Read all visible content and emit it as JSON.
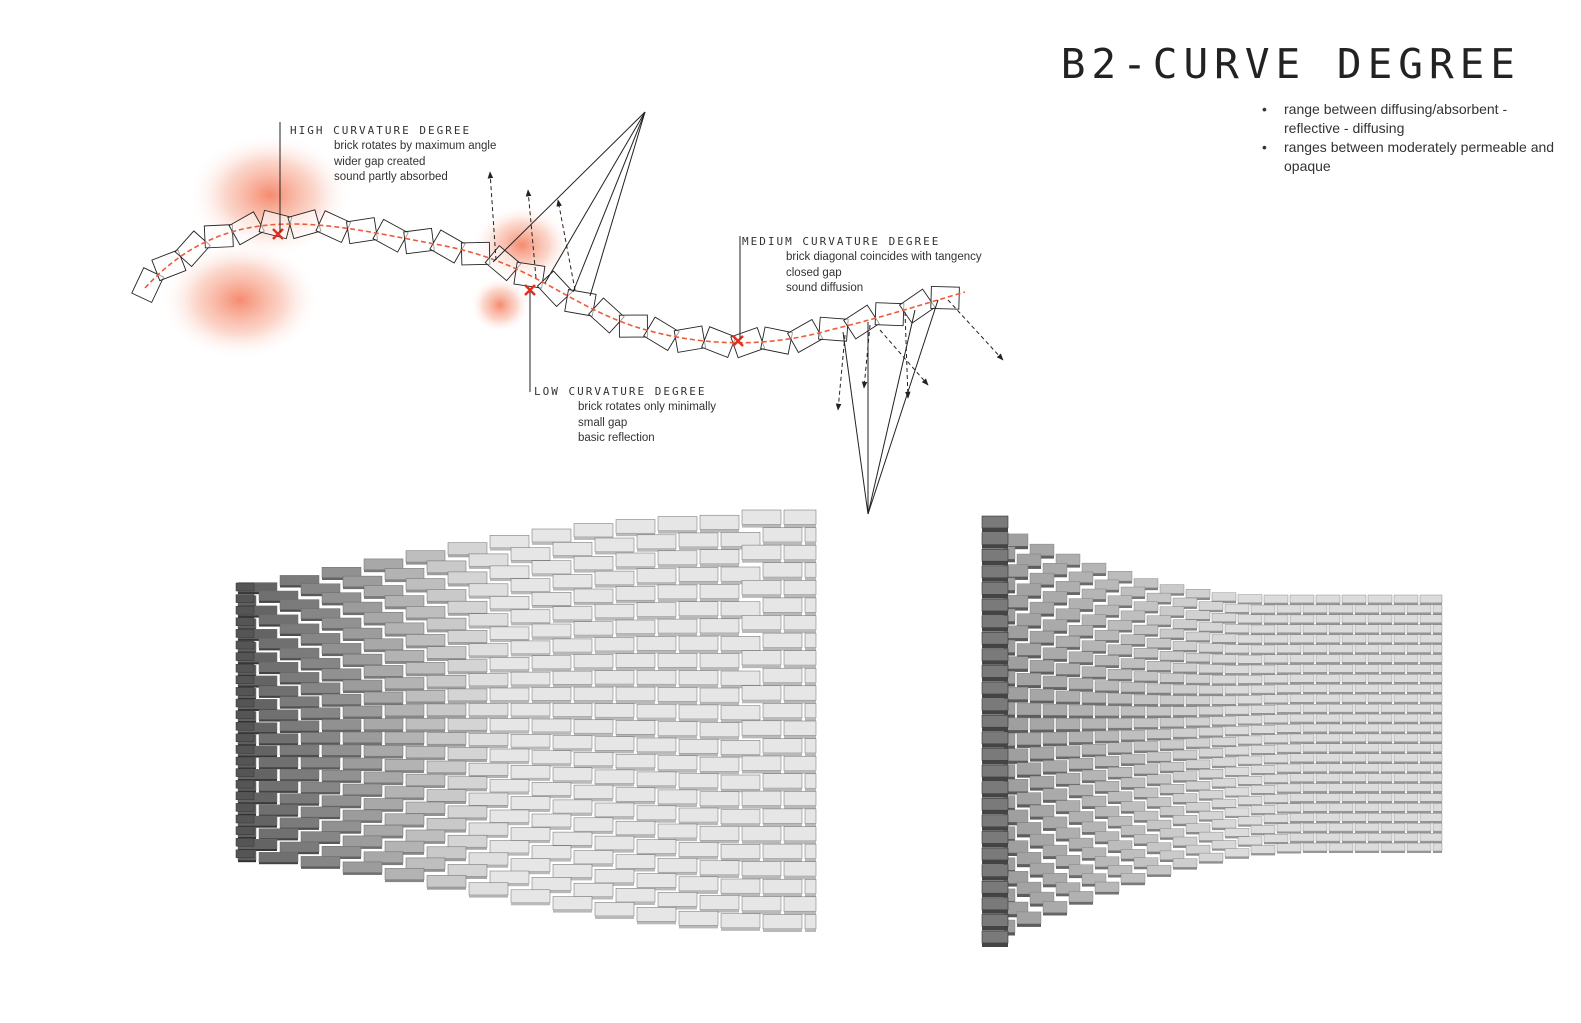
{
  "title": "B2-CURVE DEGREE",
  "bullets": [
    "range between diffusing/absorbent - reflective - diffusing",
    "ranges between moderately permeable and opaque"
  ],
  "annotations": {
    "high": {
      "heading": "HIGH CURVATURE DEGREE",
      "lines": [
        "brick rotates by maximum angle",
        "wider gap created",
        "sound partly absorbed"
      ]
    },
    "medium": {
      "heading": "MEDIUM CURVATURE DEGREE",
      "lines": [
        "brick diagonal coincides with tangency",
        "closed gap",
        "sound diffusion"
      ]
    },
    "low": {
      "heading": "LOW CURVATURE DEGREE",
      "lines": [
        "brick rotates only minimally",
        "small gap",
        "basic reflection"
      ]
    }
  },
  "colors": {
    "curve": "#ee5a3a",
    "glow": "#f47a5a",
    "brick_light": "#e6e6e6",
    "brick_dark": "#5a5a5a",
    "line": "#222222"
  }
}
